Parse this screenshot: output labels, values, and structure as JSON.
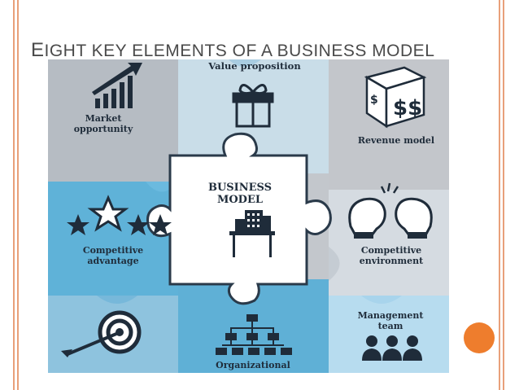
{
  "slide": {
    "title_first": "E",
    "title_rest": "IGHT KEY ELEMENTS OF A BUSINESS MODEL",
    "accent_color": "#ee7d2d"
  },
  "diagram": {
    "center_line1": "BUSINESS",
    "center_line2": "MODEL",
    "pieces": [
      {
        "id": "market",
        "line1": "Market",
        "line2": "opportunity",
        "icon": "bar-chart-arrow-icon"
      },
      {
        "id": "value",
        "line1": "Value proposition",
        "line2": "",
        "icon": "gift-box-icon"
      },
      {
        "id": "revenue",
        "line1": "Revenue model",
        "line2": "",
        "icon": "dollar-dice-icon"
      },
      {
        "id": "advantage",
        "line1": "Competitive",
        "line2": "advantage",
        "icon": "star-rating-icon"
      },
      {
        "id": "environment",
        "line1": "Competitive",
        "line2": "environment",
        "icon": "boxing-gloves-icon"
      },
      {
        "id": "strategy",
        "line1": "",
        "line2": "",
        "icon": "target-arrow-icon"
      },
      {
        "id": "organizational",
        "line1": "Organizational",
        "line2": "",
        "icon": "org-chart-icon"
      },
      {
        "id": "management",
        "line1": "Management",
        "line2": "team",
        "icon": "team-people-icon"
      }
    ]
  }
}
